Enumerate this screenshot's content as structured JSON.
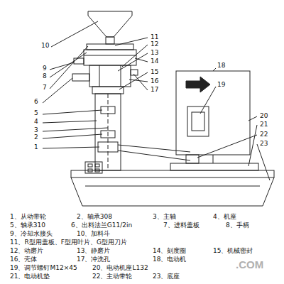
{
  "diagram": {
    "labels": [
      "1",
      "2",
      "3",
      "4",
      "5",
      "6",
      "7",
      "8",
      "9",
      "10",
      "11",
      "12",
      "13",
      "14",
      "15",
      "16",
      "17",
      "18",
      "19",
      "20",
      "21",
      "22",
      "23",
      "1、从动带轮",
      "2、轴承308",
      "3、主轴",
      "4、机座",
      "5、轴承310",
      "6、出料法兰G11/2in",
      "7、进料盖板",
      "8、手柄",
      "9、冷却水接头",
      "10、加料斗",
      "11、R型用盖板、F型用叶片、G型用刀片",
      "12、动磨片",
      "13、静磨片",
      "14、刻度圈",
      "15、机械密封",
      "16、壳体",
      "17、冲洗孔",
      "18、电动机",
      "19、调节螺钉M12×45",
      "20、电动机座L132",
      "21、电动机垫",
      "22、主动带轮",
      "23、底座",
      ".COM"
    ]
  }
}
